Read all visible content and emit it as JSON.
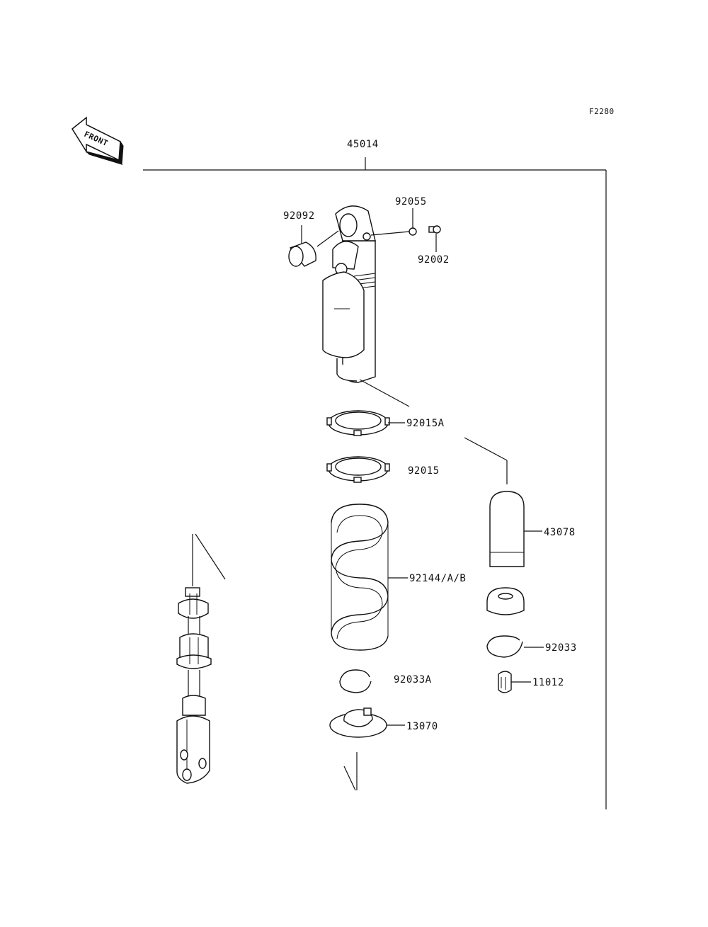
{
  "figure_code": "F2280",
  "front_label": "FRONT",
  "assembly": {
    "part_no": "45014"
  },
  "parts": [
    {
      "key": "bushing",
      "part_no": "92092"
    },
    {
      "key": "oring",
      "part_no": "92055"
    },
    {
      "key": "bleed-screw",
      "part_no": "92002"
    },
    {
      "key": "locknut-upper",
      "part_no": "92015A"
    },
    {
      "key": "locknut-lower",
      "part_no": "92015"
    },
    {
      "key": "reservoir-bladder",
      "part_no": "43078"
    },
    {
      "key": "spring",
      "part_no": "92144/A/B"
    },
    {
      "key": "circlip-right",
      "part_no": "92033"
    },
    {
      "key": "valve-cap",
      "part_no": "11012"
    },
    {
      "key": "circlip-center",
      "part_no": "92033A"
    },
    {
      "key": "spring-guide",
      "part_no": "13070"
    }
  ]
}
